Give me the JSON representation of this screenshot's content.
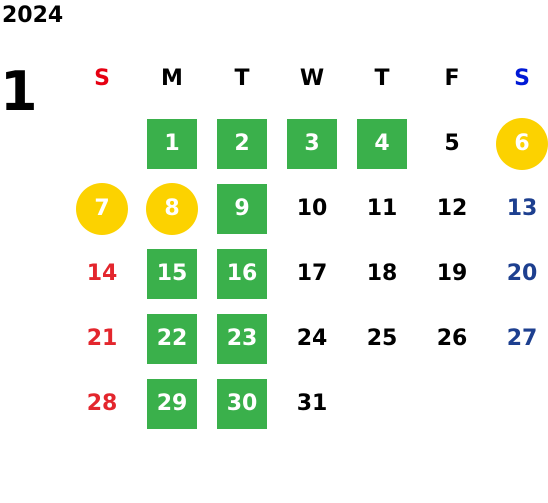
{
  "year": "2024",
  "month": "1",
  "weekdays": [
    {
      "label": "S",
      "kind": "sun"
    },
    {
      "label": "M",
      "kind": "weekday"
    },
    {
      "label": "T",
      "kind": "weekday"
    },
    {
      "label": "W",
      "kind": "weekday"
    },
    {
      "label": "T",
      "kind": "weekday"
    },
    {
      "label": "F",
      "kind": "weekday"
    },
    {
      "label": "S",
      "kind": "sat"
    }
  ],
  "first_weekday_index": 1,
  "days": [
    {
      "day": "1",
      "style": "green"
    },
    {
      "day": "2",
      "style": "green"
    },
    {
      "day": "3",
      "style": "green"
    },
    {
      "day": "4",
      "style": "green"
    },
    {
      "day": "5",
      "style": "plain"
    },
    {
      "day": "6",
      "style": "yellow"
    },
    {
      "day": "7",
      "style": "yellow"
    },
    {
      "day": "8",
      "style": "yellow"
    },
    {
      "day": "9",
      "style": "green"
    },
    {
      "day": "10",
      "style": "plain"
    },
    {
      "day": "11",
      "style": "plain"
    },
    {
      "day": "12",
      "style": "plain"
    },
    {
      "day": "13",
      "style": "plain"
    },
    {
      "day": "14",
      "style": "plain"
    },
    {
      "day": "15",
      "style": "green"
    },
    {
      "day": "16",
      "style": "green"
    },
    {
      "day": "17",
      "style": "plain"
    },
    {
      "day": "18",
      "style": "plain"
    },
    {
      "day": "19",
      "style": "plain"
    },
    {
      "day": "20",
      "style": "plain"
    },
    {
      "day": "21",
      "style": "plain"
    },
    {
      "day": "22",
      "style": "green"
    },
    {
      "day": "23",
      "style": "green"
    },
    {
      "day": "24",
      "style": "plain"
    },
    {
      "day": "25",
      "style": "plain"
    },
    {
      "day": "26",
      "style": "plain"
    },
    {
      "day": "27",
      "style": "plain"
    },
    {
      "day": "28",
      "style": "plain"
    },
    {
      "day": "29",
      "style": "green"
    },
    {
      "day": "30",
      "style": "green"
    },
    {
      "day": "31",
      "style": "plain"
    }
  ],
  "colors": {
    "green": "#3ab04b",
    "yellow": "#fcd200",
    "sunday_header": "#e60012",
    "saturday_header": "#0019d6",
    "sunday_date": "#e3262d",
    "saturday_date": "#1d3f8f"
  }
}
